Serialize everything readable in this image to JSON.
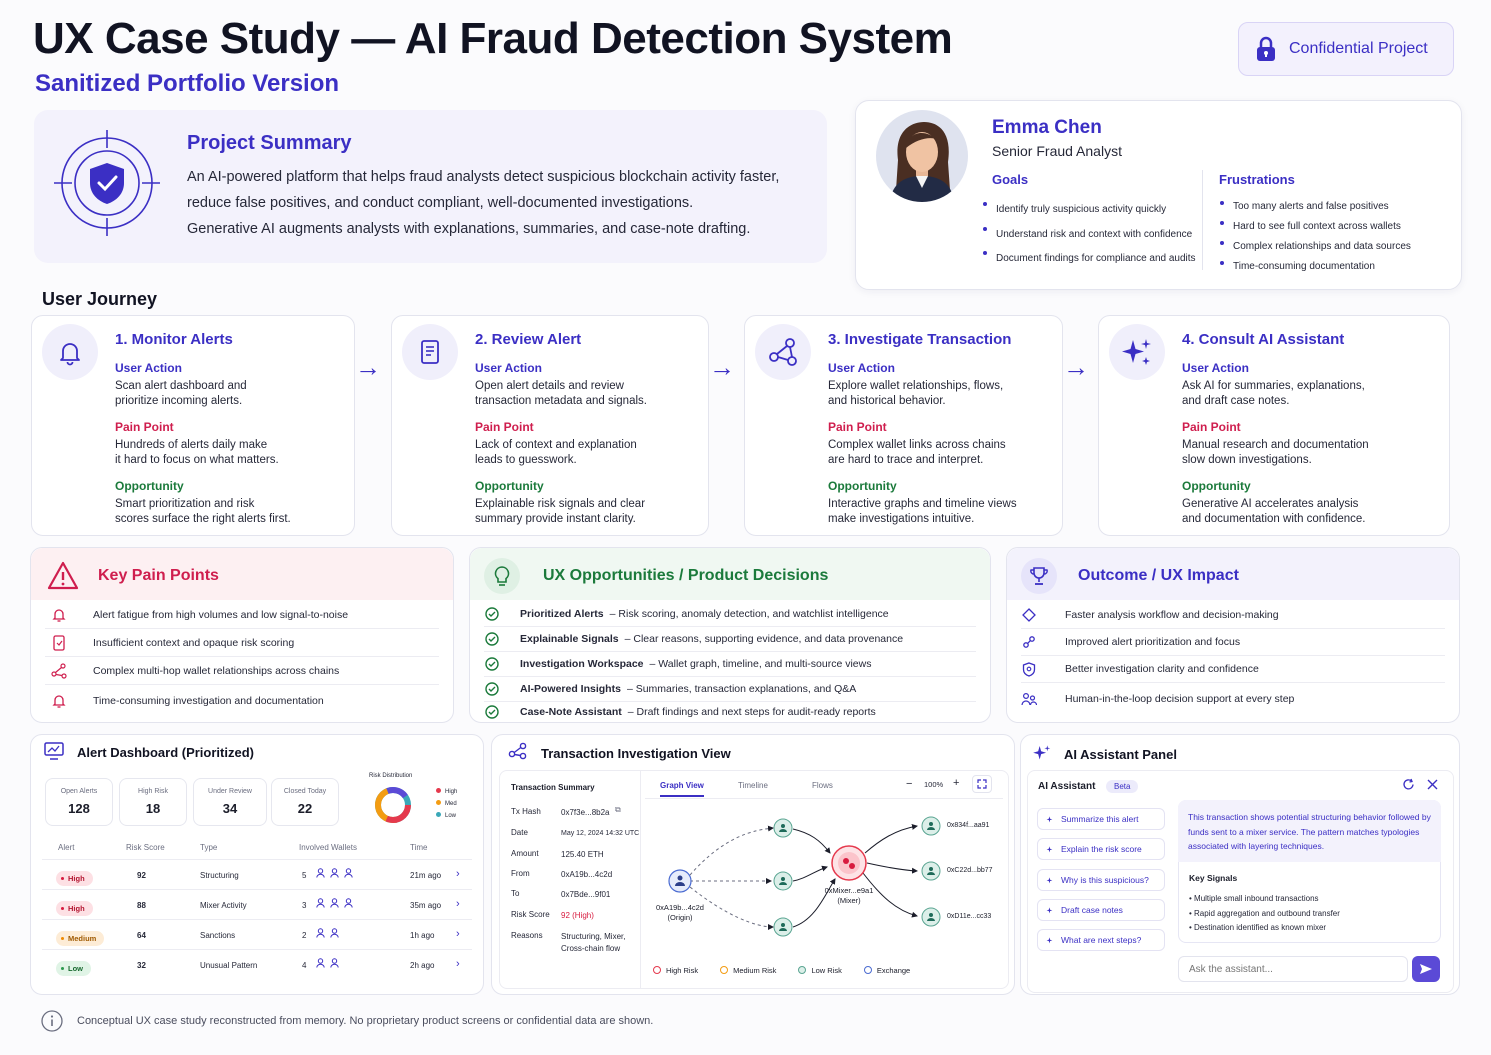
{
  "header": {
    "title": "UX Case Study — AI Fraud Detection System",
    "subtitle": "Sanitized Portfolio Version",
    "confidential_label": "Confidential Project"
  },
  "summary": {
    "heading": "Project Summary",
    "lines": [
      "An AI-powered platform that helps fraud analysts detect suspicious blockchain activity faster,",
      "reduce false positives, and conduct compliant, well-documented investigations.",
      "Generative AI augments analysts with explanations, summaries, and case-note drafting."
    ]
  },
  "persona": {
    "name": "Emma Chen",
    "role": "Senior Fraud Analyst",
    "goals_heading": "Goals",
    "goals": [
      "Identify truly suspicious activity quickly",
      "Understand risk and context with confidence",
      "Document findings for compliance and audits"
    ],
    "frustrations_heading": "Frustrations",
    "frustrations": [
      "Too many alerts and false positives",
      "Hard to see full context across wallets",
      "Complex relationships and data sources",
      "Time-consuming documentation"
    ]
  },
  "journey": {
    "heading": "User Journey",
    "labels": {
      "action": "User Action",
      "pain": "Pain Point",
      "opportunity": "Opportunity"
    },
    "steps": [
      {
        "title": "1. Monitor Alerts",
        "action": "Scan alert dashboard and\nprioritize incoming alerts.",
        "pain": "Hundreds of alerts daily make\nit hard to focus on what matters.",
        "opportunity": "Smart prioritization and risk\nscores surface the right alerts first."
      },
      {
        "title": "2. Review Alert",
        "action": "Open alert details and review\ntransaction metadata and signals.",
        "pain": "Lack of context and explanation\nleads to guesswork.",
        "opportunity": "Explainable risk signals and clear\nsummary provide instant clarity."
      },
      {
        "title": "3. Investigate Transaction",
        "action": "Explore wallet relationships, flows,\nand historical behavior.",
        "pain": "Complex wallet links across chains\nare hard to trace and interpret.",
        "opportunity": "Interactive graphs and timeline views\nmake investigations intuitive."
      },
      {
        "title": "4. Consult AI Assistant",
        "action": "Ask AI for summaries, explanations,\nand draft case notes.",
        "pain": "Manual research and documentation\nslow down investigations.",
        "opportunity": "Generative AI accelerates analysis\nand documentation with confidence."
      }
    ]
  },
  "pain_points": {
    "heading": "Key Pain Points",
    "items": [
      "Alert fatigue from high volumes and low signal-to-noise",
      "Insufficient context and opaque risk scoring",
      "Complex multi-hop wallet relationships across chains",
      "Time-consuming investigation and documentation"
    ]
  },
  "opportunities": {
    "heading": "UX Opportunities / Product Decisions",
    "items": [
      {
        "bold": "Prioritized Alerts",
        "text": "– Risk scoring, anomaly detection, and watchlist intelligence"
      },
      {
        "bold": "Explainable Signals",
        "text": "– Clear reasons, supporting evidence, and data provenance"
      },
      {
        "bold": "Investigation Workspace",
        "text": "– Wallet graph, timeline, and multi-source views"
      },
      {
        "bold": "AI-Powered Insights",
        "text": "– Summaries, transaction explanations, and Q&A"
      },
      {
        "bold": "Case-Note Assistant",
        "text": "– Draft findings and next steps for audit-ready reports"
      }
    ]
  },
  "outcome": {
    "heading": "Outcome / UX Impact",
    "items": [
      "Faster analysis workflow and decision-making",
      "Improved alert prioritization and focus",
      "Better investigation clarity and confidence",
      "Human-in-the-loop decision support at every step"
    ]
  },
  "dashboard": {
    "heading": "Alert Dashboard (Prioritized)",
    "stats": [
      {
        "label": "Open Alerts",
        "value": "128"
      },
      {
        "label": "High Risk",
        "value": "18"
      },
      {
        "label": "Under Review",
        "value": "34"
      },
      {
        "label": "Closed Today",
        "value": "22"
      }
    ],
    "distribution": {
      "label": "Risk Distribution",
      "legend": [
        "High",
        "Med",
        "Low"
      ],
      "colors": [
        "#e5394d",
        "#f39c12",
        "#3aa8b8"
      ]
    },
    "columns": [
      "Alert",
      "Risk Score",
      "Type",
      "Involved Wallets",
      "Time"
    ],
    "rows": [
      {
        "level": "High",
        "cls": "hi",
        "score": "92",
        "type": "Structuring",
        "wallets": "5",
        "time": "21m ago"
      },
      {
        "level": "High",
        "cls": "hi",
        "score": "88",
        "type": "Mixer Activity",
        "wallets": "3",
        "time": "35m ago"
      },
      {
        "level": "Medium",
        "cls": "me",
        "score": "64",
        "type": "Sanctions",
        "wallets": "2",
        "time": "1h ago"
      },
      {
        "level": "Low",
        "cls": "lo",
        "score": "32",
        "type": "Unusual Pattern",
        "wallets": "4",
        "time": "2h ago"
      }
    ]
  },
  "investigation": {
    "heading": "Transaction Investigation View",
    "summary_heading": "Transaction Summary",
    "fields": [
      {
        "k": "Tx Hash",
        "v": "0x7f3e...8b2a"
      },
      {
        "k": "Date",
        "v": "May 12, 2024 14:32 UTC"
      },
      {
        "k": "Amount",
        "v": "125.40 ETH"
      },
      {
        "k": "From",
        "v": "0xA19b...4c2d"
      },
      {
        "k": "To",
        "v": "0x7Bde...9f01"
      },
      {
        "k": "Risk Score",
        "v": "92 (High)"
      },
      {
        "k": "Reasons",
        "v": "Structuring, Mixer,\nCross-chain flow"
      }
    ],
    "tabs": [
      "Graph View",
      "Timeline",
      "Flows"
    ],
    "zoom": "100%",
    "zoom_minus": "−",
    "zoom_plus": "+",
    "origin_label": "0xA19b...4c2d\n(Origin)",
    "mixer_label": "0xMixer...e9a1\n(Mixer)",
    "outputs": [
      "0x834f...aa91",
      "0xC22d...bb77",
      "0xD11e...cc33"
    ],
    "legend": [
      "High Risk",
      "Medium Risk",
      "Low Risk",
      "Exchange"
    ]
  },
  "assistant": {
    "heading": "AI Assistant Panel",
    "name": "AI Assistant",
    "badge": "Beta",
    "chips": [
      "Summarize this alert",
      "Explain the risk score",
      "Why is this suspicious?",
      "Draft case notes",
      "What are next steps?"
    ],
    "response": "This transaction shows potential structuring behavior followed by funds sent to a mixer service. The pattern matches typologies associated with layering techniques.",
    "signals_heading": "Key Signals",
    "signals": [
      "Multiple small inbound transactions",
      "Rapid aggregation and outbound transfer",
      "Destination identified as known mixer"
    ],
    "placeholder": "Ask the assistant..."
  },
  "footer": {
    "text": "Conceptual UX case study reconstructed from memory. No proprietary product screens or confidential data are shown."
  },
  "colors": {
    "accent": "#3b2fc4",
    "pain": "#cf1e4e",
    "opportunity": "#1b7a3b",
    "high": "#e5394d",
    "medium": "#f39c12",
    "low": "#3aa8b8"
  }
}
